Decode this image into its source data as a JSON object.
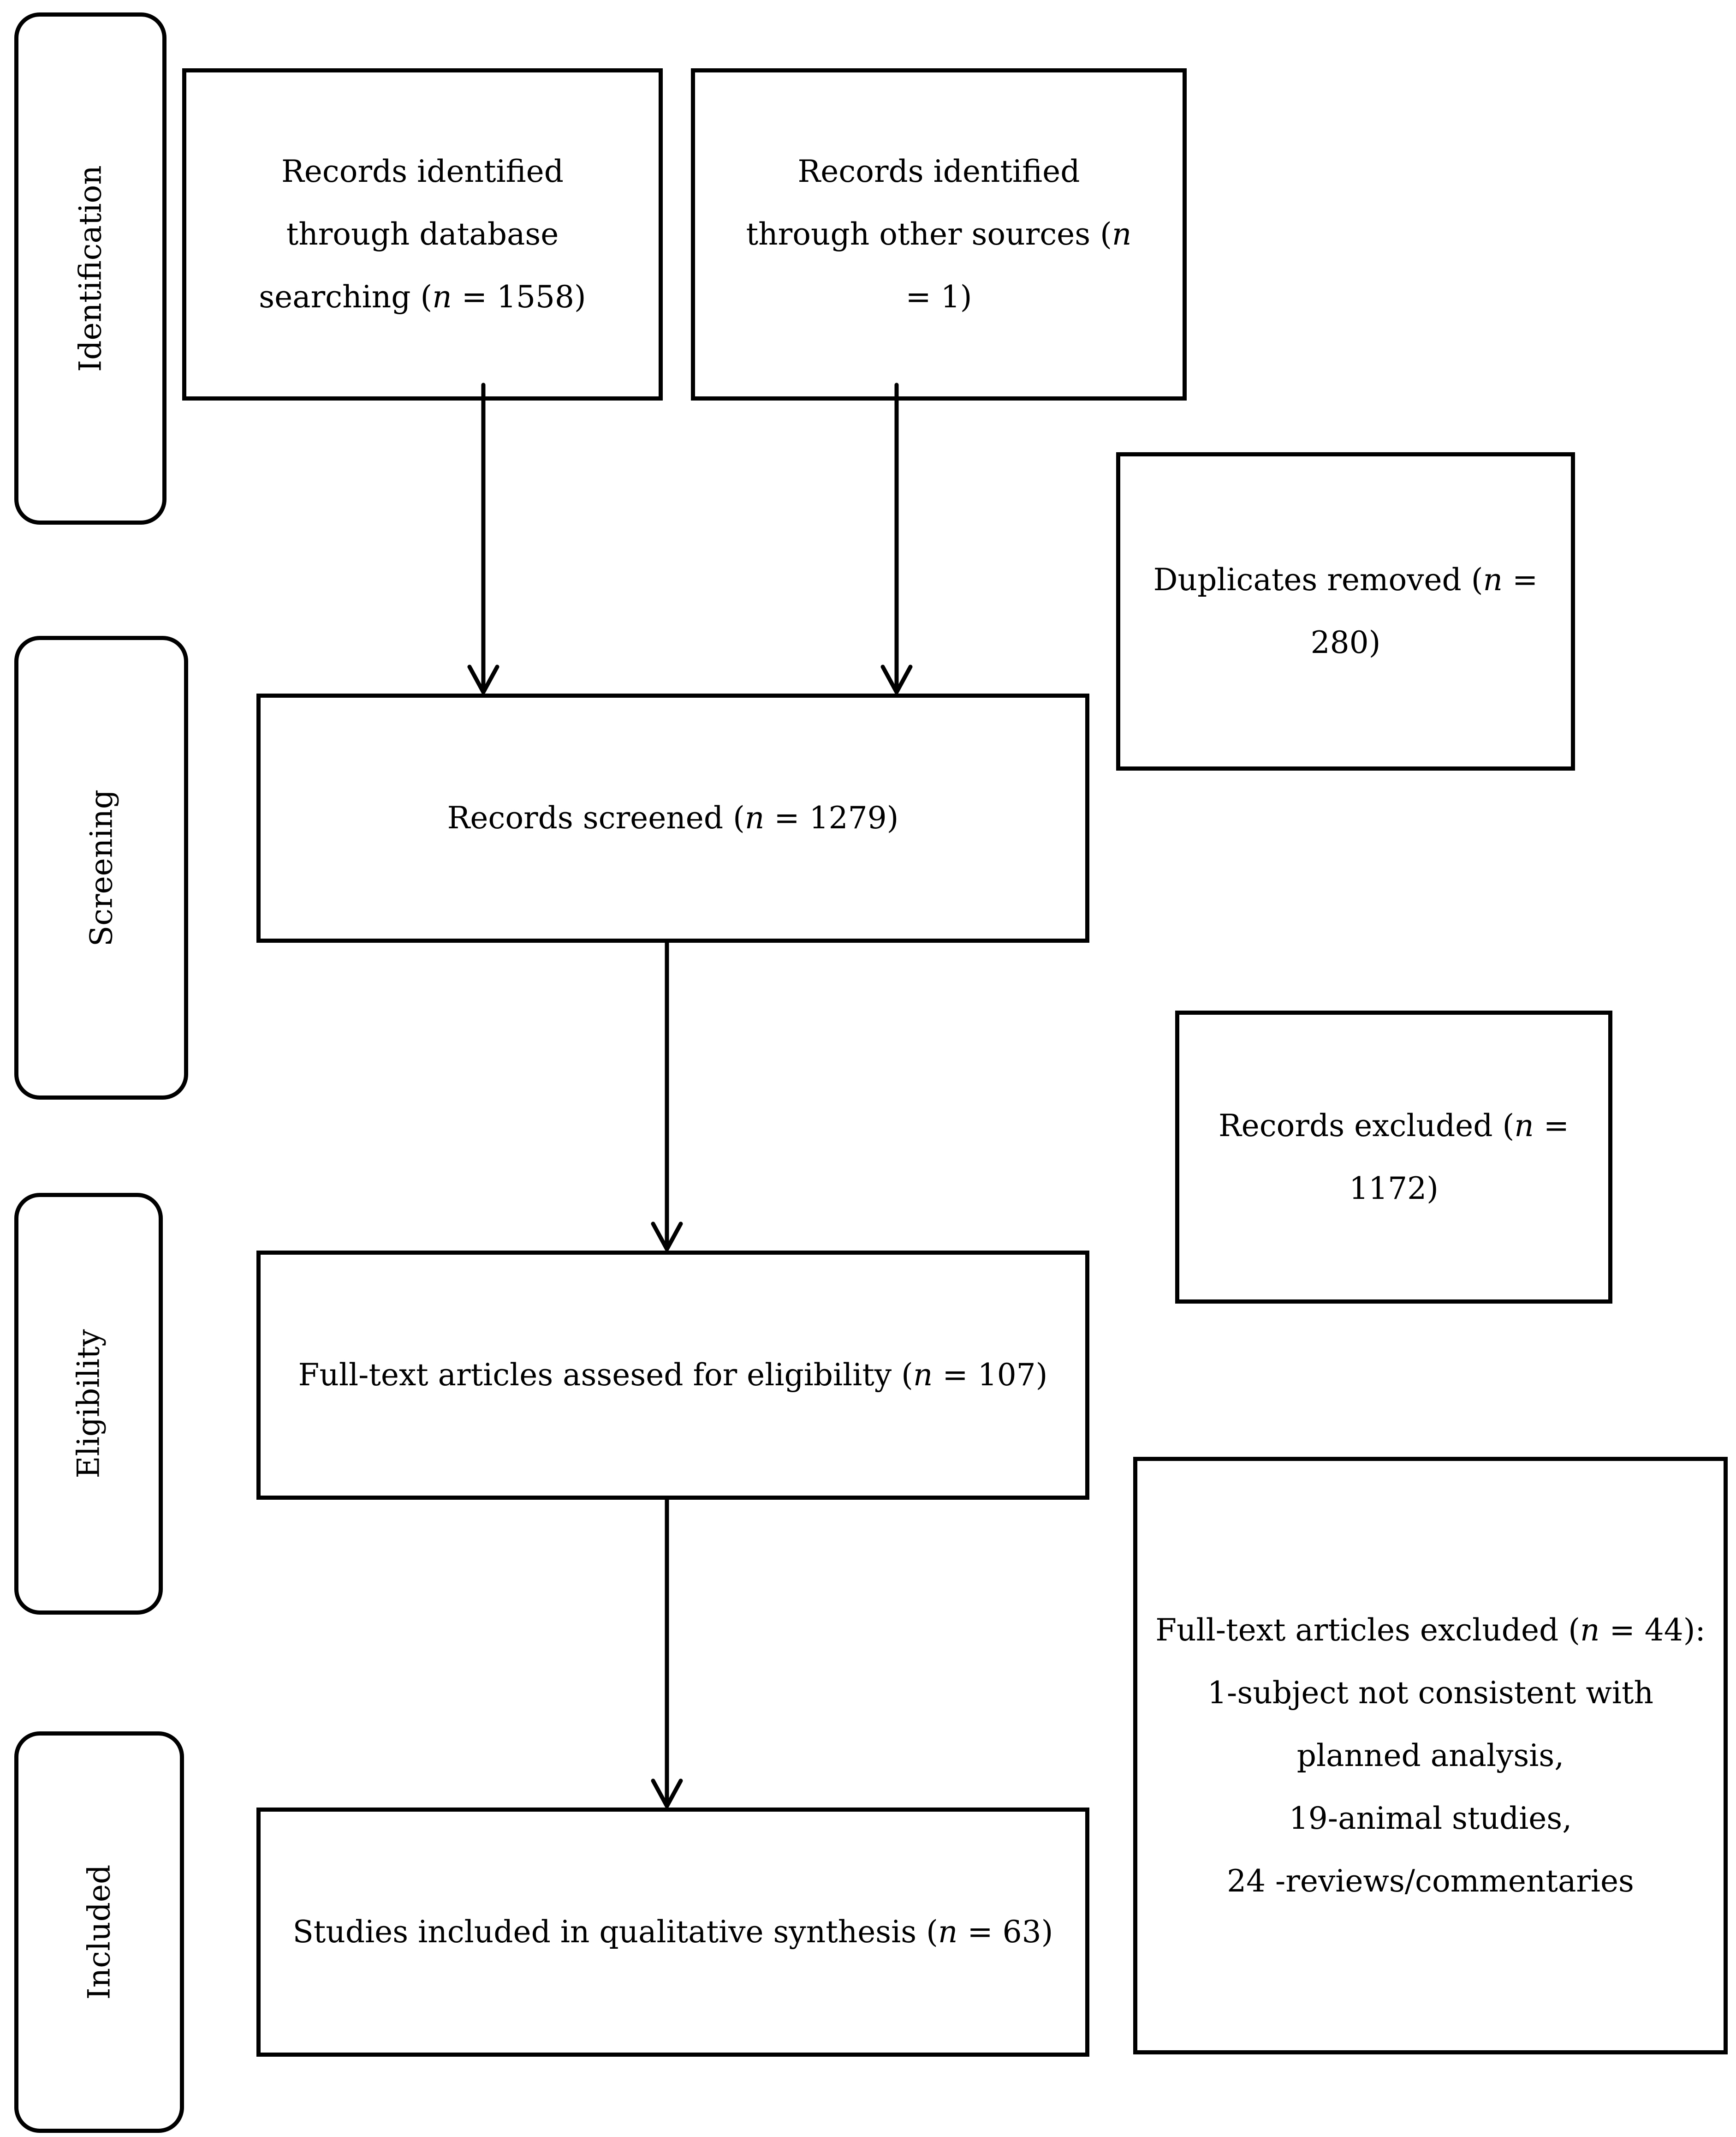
{
  "stages": {
    "identification": "Identification",
    "screening": "Screening",
    "eligibility": "Eligibility",
    "included": "Included"
  },
  "boxes": {
    "database": {
      "text": "Records identified through database searching (",
      "n_label": "n",
      "n_value": "= 1558)"
    },
    "other_sources": {
      "text": "Records identified through other sources (",
      "n_label": "n",
      "n_value": "= 1)"
    },
    "duplicates": {
      "text": "Duplicates removed (",
      "n_label": "n",
      "n_value": "= 280)"
    },
    "screened": {
      "text": "Records screened (",
      "n_label": "n",
      "n_value": "= 1279)"
    },
    "records_excluded": {
      "text": "Records excluded (",
      "n_label": "n",
      "n_value": "= 1172)"
    },
    "eligibility": {
      "text": "Full-text articles assesed for eligibility (",
      "n_label": "n",
      "n_value": "= 107)"
    },
    "fulltext_excluded": {
      "text": "Full-text articles excluded (",
      "n_label": "n",
      "n_value": "= 44):",
      "lines": [
        "1-subject not consistent with",
        "planned analysis,",
        "19-animal studies,",
        "24 -reviews/commentaries"
      ]
    },
    "included": {
      "text": "Studies included in qualitative synthesis (",
      "n_label": "n",
      "n_value": "= 63)"
    }
  }
}
